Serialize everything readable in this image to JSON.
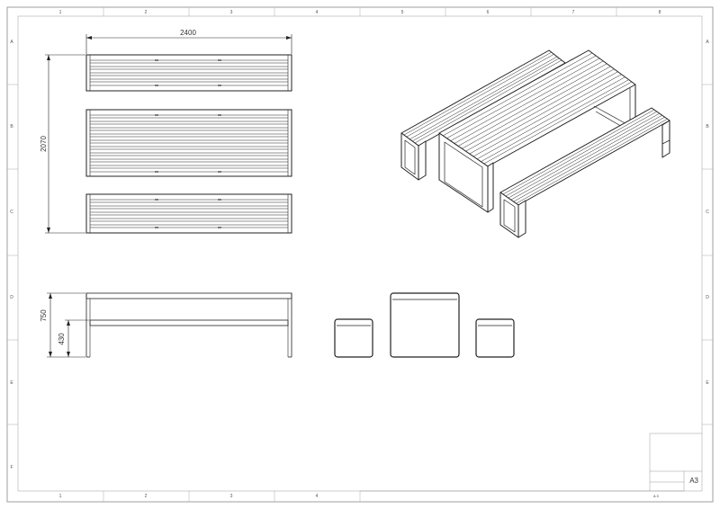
{
  "sheet": {
    "columns": [
      "1",
      "2",
      "3",
      "4",
      "5",
      "6",
      "7",
      "8"
    ],
    "bottom_columns": [
      "1",
      "2",
      "3",
      "4"
    ],
    "rows": [
      "A",
      "B",
      "C",
      "D",
      "E",
      "F"
    ],
    "size_label": "A3",
    "sheet_note": "A 3"
  },
  "dimensions": {
    "overall_length": "2400",
    "overall_width": "2070",
    "table_height": "750",
    "seat_height": "430"
  }
}
